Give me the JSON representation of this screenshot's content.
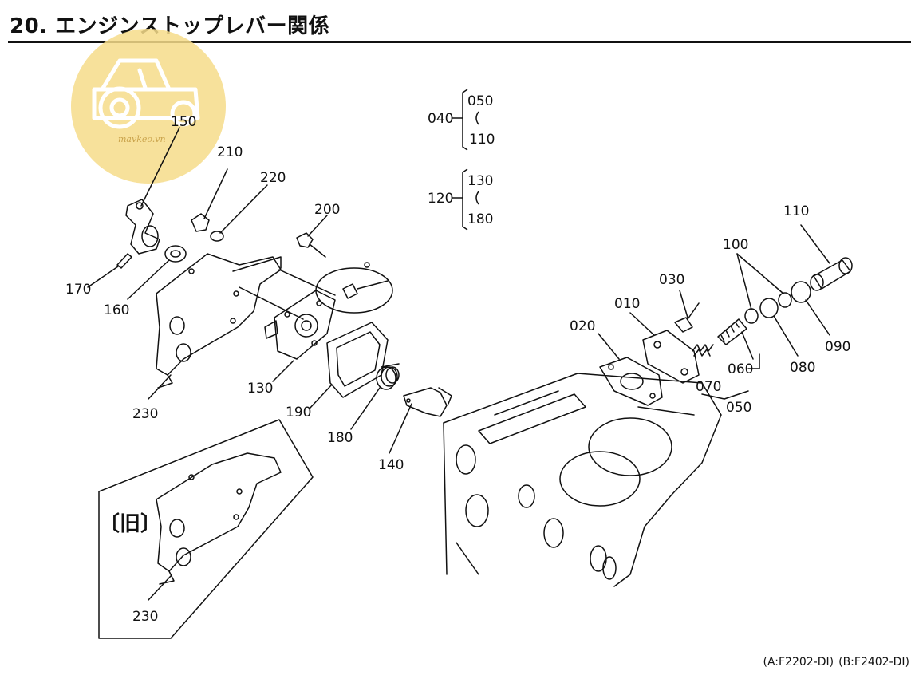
{
  "title": "20. エンジンストップレバー関係",
  "old_label": "〔旧〕",
  "footer": {
    "model_a": "(A:F2202-DI)",
    "model_b": "(B:F2402-DI)"
  },
  "group_040": {
    "parent": "040",
    "from": "050",
    "to": "110"
  },
  "group_120": {
    "parent": "120",
    "from": "130",
    "to": "180"
  },
  "parts": {
    "p150": "150",
    "p210": "210",
    "p220": "220",
    "p200": "200",
    "p170": "170",
    "p160": "160",
    "p230": "230",
    "p130": "130",
    "p190": "190",
    "p180": "180",
    "p140": "140",
    "p030": "030",
    "p010": "010",
    "p020": "020",
    "p100": "100",
    "p110": "110",
    "p060": "060",
    "p070": "070",
    "p050": "050",
    "p080": "080",
    "p090": "090",
    "p230_old": "230"
  },
  "watermark_text": "mavkeo.vn",
  "colors": {
    "ink": "#111111",
    "watermark": "#f6dc8a"
  }
}
